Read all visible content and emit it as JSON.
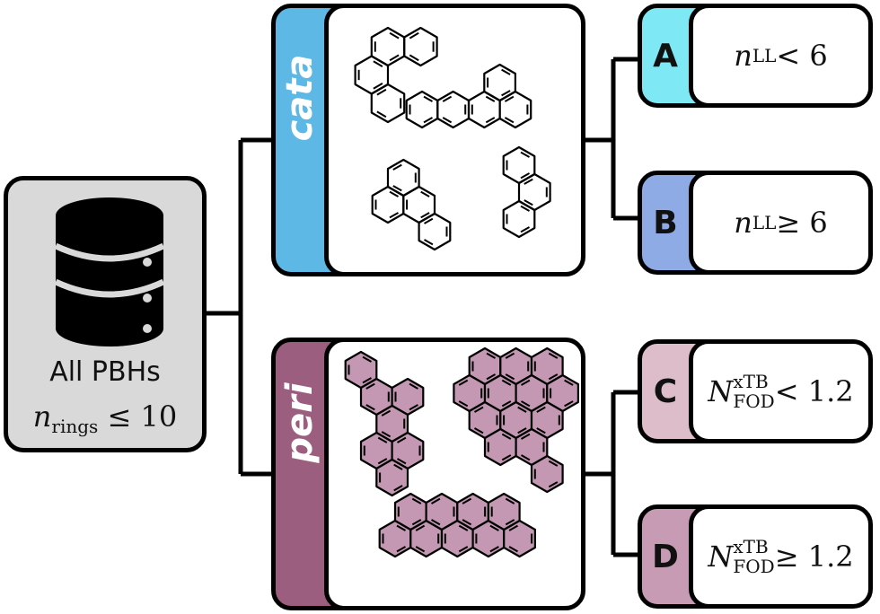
{
  "root": {
    "label": "All PBHs",
    "condition_var": "n",
    "condition_sub": "rings",
    "condition_rel": " ≤ 10"
  },
  "categories": [
    {
      "label": "cata",
      "color": "#5db8e6"
    },
    {
      "label": "peri",
      "color": "#9c5e7e"
    }
  ],
  "leaves": [
    {
      "letter": "A",
      "var": "n",
      "sub": "LL",
      "sup": "",
      "rel": " < 6",
      "color": "#7ee9f5"
    },
    {
      "letter": "B",
      "var": "n",
      "sub": "LL",
      "sup": "",
      "rel": " ≥ 6",
      "color": "#8eabe6"
    },
    {
      "letter": "C",
      "var": "N",
      "sub": "FOD",
      "sup": "xTB",
      "rel": " < 1.2",
      "color": "#ddbdc9"
    },
    {
      "letter": "D",
      "var": "N",
      "sub": "FOD",
      "sup": "xTB",
      "rel": " ≥ 1.2",
      "color": "#c79bb3"
    }
  ],
  "colors": {
    "peri_ring_fill": "#c498b2",
    "line": "#000000",
    "root_fill": "#d9d9d9"
  },
  "icons": {
    "root": "database-icon"
  }
}
